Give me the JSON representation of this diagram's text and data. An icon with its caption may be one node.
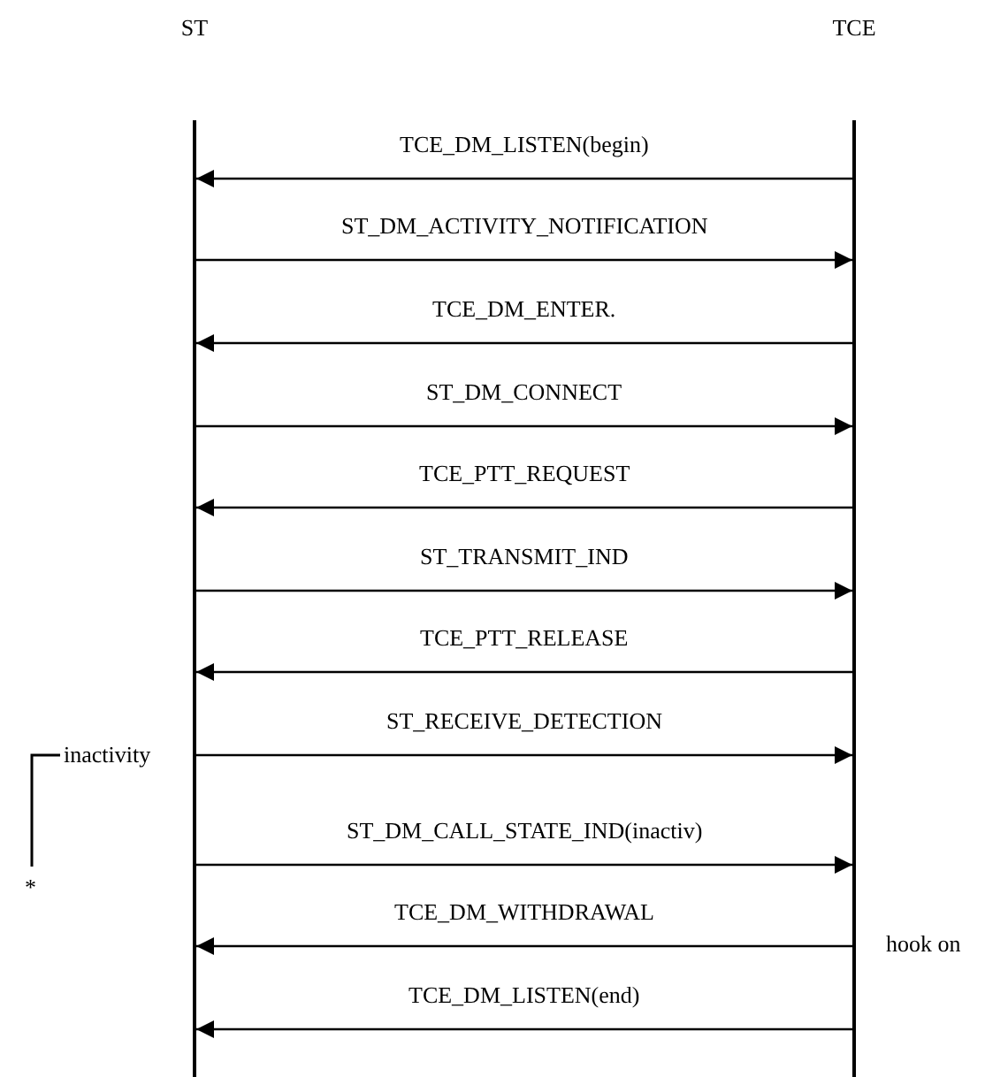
{
  "diagram": {
    "nodes": [
      {
        "text": [
          "ST"
        ]
      },
      {
        "text": [
          "TCE"
        ]
      }
    ],
    "edges": [
      {
        "from": 1,
        "to": 0,
        "arrow": "to",
        "label": "TCE_DM_LISTEN(begin)"
      },
      {
        "from": 0,
        "to": 1,
        "arrow": "to",
        "label": "ST_DM_ACTIVITY_NOTIFICATION"
      },
      {
        "from": 1,
        "to": 0,
        "arrow": "to",
        "label": "TCE_DM_ENTER."
      },
      {
        "from": 0,
        "to": 1,
        "arrow": "to",
        "label": "ST_DM_CONNECT"
      },
      {
        "from": 1,
        "to": 0,
        "arrow": "to",
        "label": "TCE_PTT_REQUEST"
      },
      {
        "from": 0,
        "to": 1,
        "arrow": "to",
        "label": "ST_TRANSMIT_IND"
      },
      {
        "from": 1,
        "to": 0,
        "arrow": "to",
        "label": "TCE_PTT_RELEASE"
      },
      {
        "from": 0,
        "to": 1,
        "arrow": "to",
        "label": "ST_RECEIVE_DETECTION"
      },
      {
        "from": 0,
        "to": 1,
        "arrow": "to",
        "label": "ST_DM_CALL_STATE_IND(inactiv)"
      },
      {
        "from": 1,
        "to": 0,
        "arrow": "to",
        "label": "TCE_DM_WITHDRAWAL"
      },
      {
        "from": 1,
        "to": 0,
        "arrow": "to",
        "label": "TCE_DM_LISTEN(end)"
      }
    ],
    "labels": [
      "inactivity",
      "*",
      "hook on"
    ]
  }
}
